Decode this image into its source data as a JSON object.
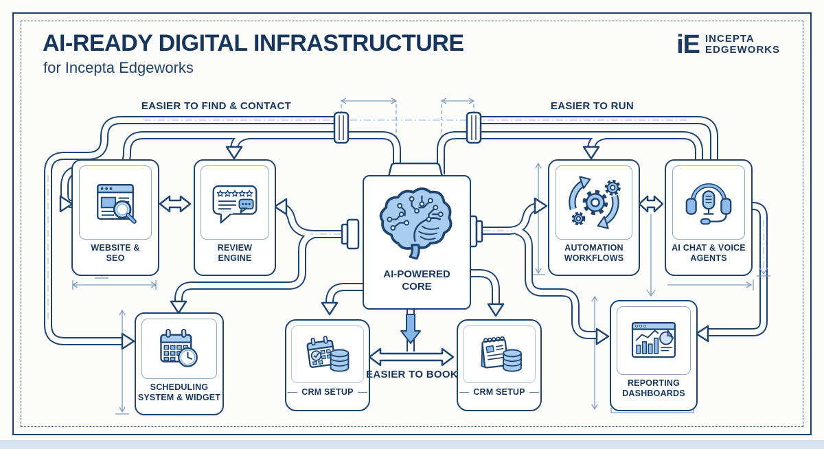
{
  "header": {
    "title": "AI-READY DIGITAL INFRASTRUCTURE",
    "subtitle": "for Incepta Edgeworks"
  },
  "logo": {
    "mark": "iE",
    "line1": "INCEPTA",
    "line2": "EDGEWORKS"
  },
  "sections": {
    "find_contact": "EASIER TO FIND & CONTACT",
    "run": "EASIER TO RUN",
    "book": "EASIER TO BOOK"
  },
  "nodes": {
    "website": {
      "label": "WEBSITE & SEO",
      "icon": "browser-search-icon"
    },
    "review": {
      "label": "REVIEW ENGINE",
      "icon": "review-stars-chat-icon"
    },
    "core": {
      "label": "AI-POWERED CORE",
      "icon": "circuit-brain-icon"
    },
    "automation": {
      "label": "AUTOMATION WORKFLOWS",
      "icon": "gears-cycle-icon"
    },
    "aichat": {
      "label": "AI CHAT & VOICE AGENTS",
      "icon": "headset-mic-icon"
    },
    "scheduling": {
      "label": "SCHEDULING SYSTEM & WIDGET",
      "icon": "calendar-clock-icon"
    },
    "crm1": {
      "label": "CRM SETUP",
      "icon": "calendar-database-icon"
    },
    "crm2": {
      "label": "CRM SETUP",
      "icon": "notepad-database-icon"
    },
    "reporting": {
      "label": "REPORTING DASHBOARDS",
      "icon": "dashboard-charts-icon"
    }
  },
  "colors": {
    "navy": "#1d4370",
    "text_navy": "#16365e",
    "icon_blue": "#8fbce8",
    "icon_light": "#cfe3f5",
    "arrow_fill_blue": "#85b7e8",
    "dimension": "#7b9cc1",
    "bottom_strip": "#d7e3f1"
  }
}
